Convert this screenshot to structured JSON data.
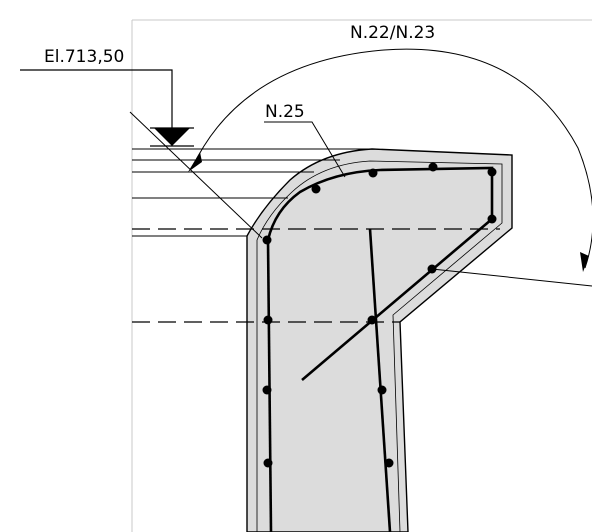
{
  "labels": {
    "elevation": "El.713,50",
    "bar_n25": "N.25",
    "bar_n22_n23": "N.22/N.23"
  },
  "colors": {
    "concrete_fill": "#dcdcdc",
    "line": "#000000",
    "frame": "#c8c8c8",
    "background": "#ffffff"
  },
  "icons": {
    "water_level": "triangle-down-icon"
  }
}
